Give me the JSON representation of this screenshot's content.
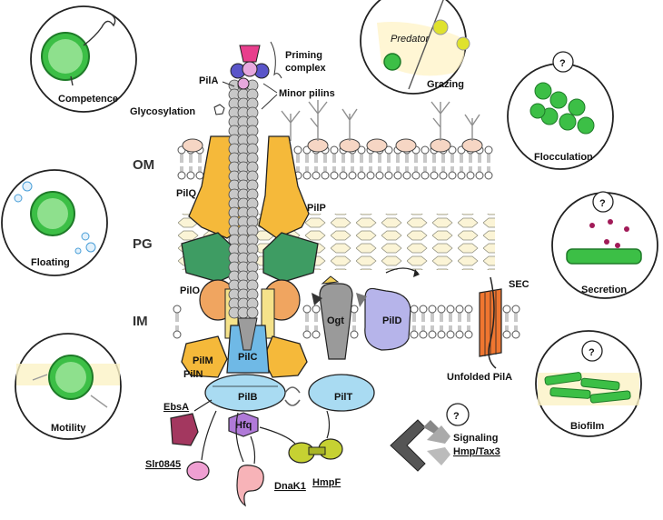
{
  "membranes": {
    "om": "OM",
    "pg": "PG",
    "im": "IM"
  },
  "labels": {
    "priming": [
      "Priming",
      "complex"
    ],
    "pila": "PilA",
    "minor_pilins": "Minor pilins",
    "glycosylation": "Glycosylation",
    "pilq": "PilQ",
    "pilp": "PilP",
    "pilo": "PilO",
    "piln": "PilN",
    "pilm": "PilM",
    "pilc": "PilC",
    "pilb": "PilB",
    "pilt": "PilT",
    "hfq": "Hfq",
    "ogt": "Ogt",
    "pild": "PilD",
    "sec": "SEC",
    "unfolded": "Unfolded PilA",
    "ebsa": "EbsA",
    "slr0845": "Slr0845",
    "dnak1": "DnaK1",
    "hmpf": "HmpF",
    "signaling": [
      "Signaling",
      "Hmp/Tax3"
    ]
  },
  "panels": {
    "competence": "Competence",
    "floating": "Floating",
    "motility": "Motility",
    "grazing": "Grazing",
    "predator": "Predator",
    "flocculation": "Flocculation",
    "secretion": "Secretion",
    "biofilm": "Biofilm",
    "unknown_mark": "?"
  },
  "colors": {
    "pilq": "#f5b93a",
    "platform": "#3e9c63",
    "pilb": "#a9dbf2",
    "hfq": "#b07ad8",
    "pild": "#b6b4ea",
    "sec": "#ef7630",
    "ebsa": "#a3375f",
    "slr0845": "#ef9fd2",
    "dnak1": "#f7b3b8",
    "hmpf": "#c6d132",
    "cell": "#3cbf46",
    "pilin": "#c8c8c8"
  }
}
